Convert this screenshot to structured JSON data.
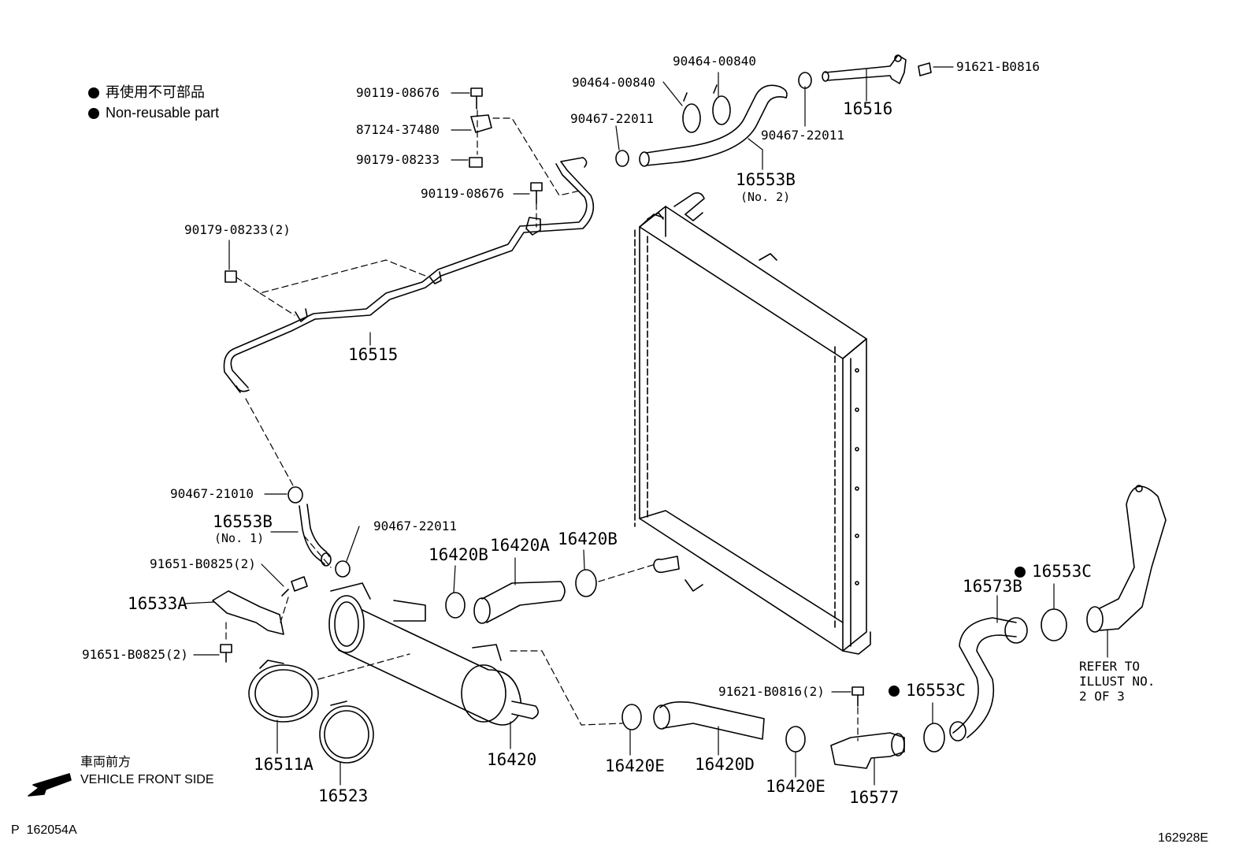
{
  "legend": {
    "jp": "再使用不可部品",
    "en": "Non-reusable part"
  },
  "labels": {
    "p90119_a": "90119-08676",
    "p87124": "87124-37480",
    "p90179_a": "90179-08233",
    "p90119_b": "90119-08676",
    "p90179_2": "90179-08233(2)",
    "p90464_a": "90464-00840",
    "p90464_b": "90464-00840",
    "p90467_22011_a": "90467-22011",
    "p90467_22011_b": "90467-22011",
    "p91621_b0816": "91621-B0816",
    "p16516": "16516",
    "p16553B2": "16553B",
    "p16553B2_sub": "(No. 2)",
    "p16515": "16515",
    "p90467_21010": "90467-21010",
    "p16553B1": "16553B",
    "p16553B1_sub": "(No. 1)",
    "p90467_22011_c": "90467-22011",
    "p91651_a": "91651-B0825(2)",
    "p16533A": "16533A",
    "p91651_b": "91651-B0825(2)",
    "p16511A": "16511A",
    "p16523": "16523",
    "p16420": "16420",
    "p16420B_a": "16420B",
    "p16420A": "16420A",
    "p16420B_b": "16420B",
    "p16420E_a": "16420E",
    "p16420D": "16420D",
    "p16420E_b": "16420E",
    "p91621_b0816_2": "91621-B0816(2)",
    "p16577": "16577",
    "p16553C_a": "16553C",
    "p16553C_b": "16553C",
    "p16573B": "16573B",
    "refer1": "REFER TO",
    "refer2": "ILLUST NO.",
    "refer3": "2 OF 3"
  },
  "direction": {
    "jp": "車両前方",
    "en": "VEHICLE FRONT SIDE"
  },
  "footer": {
    "left_prefix": "P",
    "left_code": "162054A",
    "right_code": "162928E"
  }
}
